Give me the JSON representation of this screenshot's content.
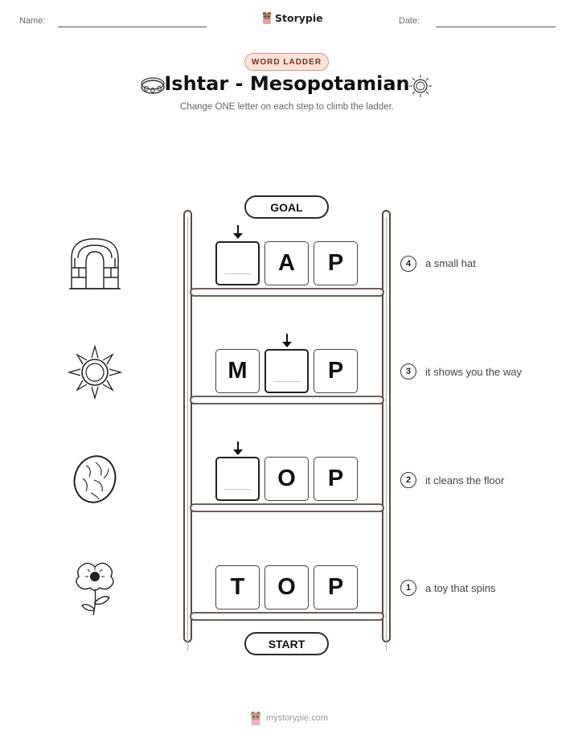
{
  "header": {
    "name_label": "Name:",
    "date_label": "Date:",
    "brand": "Storypie"
  },
  "badge": "WORD LADDER",
  "title": "Ishtar - Mesopotamian",
  "subtitle": "Change ONE letter on each step to climb the ladder.",
  "goal_label": "GOAL",
  "start_label": "START",
  "rungs": [
    {
      "step": "4",
      "clue": "a small hat",
      "letters": [
        "",
        "A",
        "P"
      ],
      "blank_index": 0,
      "icon": "gate-arch-icon"
    },
    {
      "step": "3",
      "clue": "it shows you the way",
      "letters": [
        "M",
        "",
        "P"
      ],
      "blank_index": 1,
      "icon": "sun-icon"
    },
    {
      "step": "2",
      "clue": "it cleans the floor",
      "letters": [
        "",
        "O",
        "P"
      ],
      "blank_index": 0,
      "icon": "seed-icon"
    },
    {
      "step": "1",
      "clue": "a toy that spins",
      "letters": [
        "T",
        "O",
        "P"
      ],
      "blank_index": -1,
      "icon": "poppy-flower-icon"
    }
  ],
  "title_icons": [
    "bracelet-icon",
    "sun-icon"
  ],
  "footer": {
    "text": "mystorypie.com"
  },
  "colors": {
    "ladder": "#5a4a42",
    "badge_bg": "#fde3dc",
    "badge_border": "#e88c7e"
  }
}
